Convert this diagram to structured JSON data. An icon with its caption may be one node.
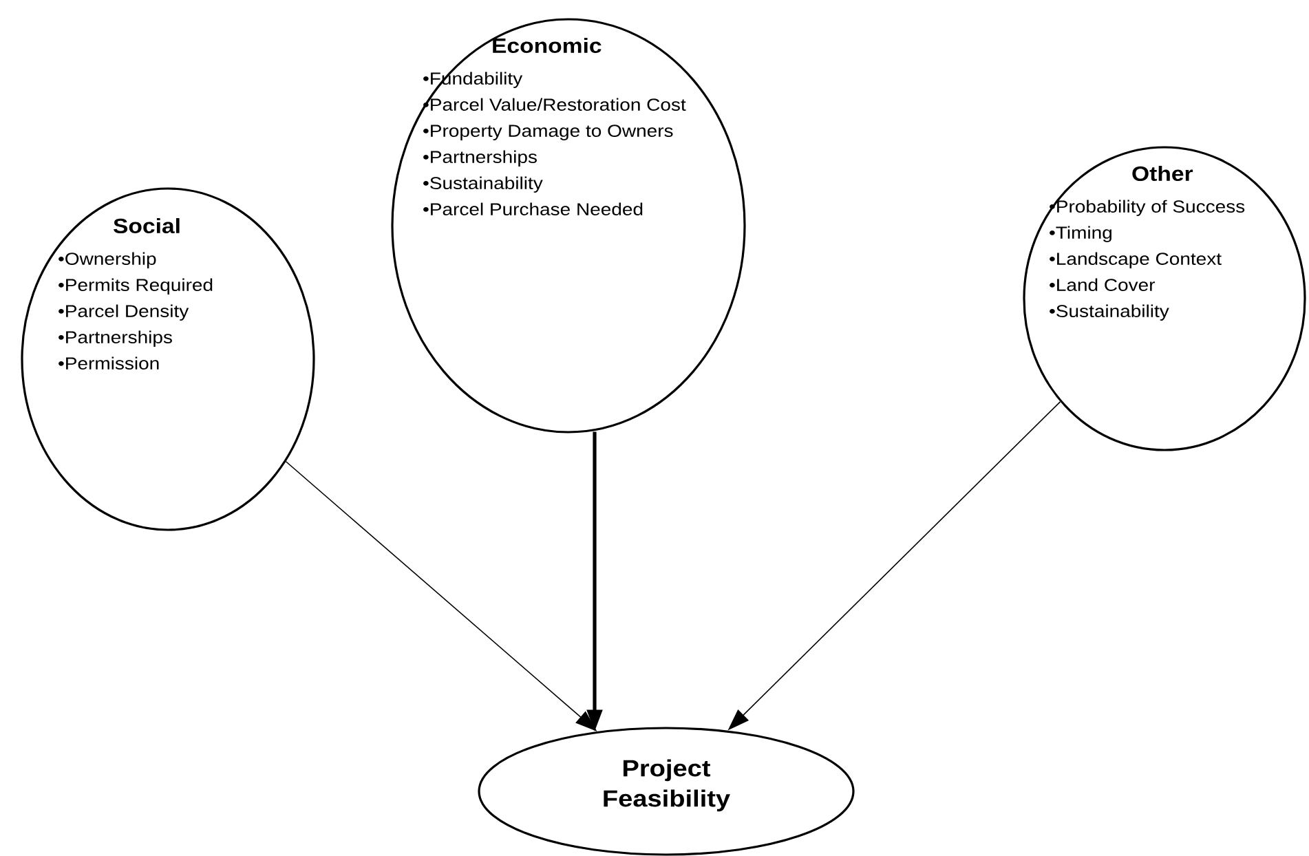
{
  "diagram": {
    "nodes": [
      {
        "text": [
          "Social",
          "•Ownership",
          "•Permits Required",
          "•Parcel Density",
          "•Partnerships",
          "•Permission"
        ]
      },
      {
        "text": [
          "Economic",
          "•Fundability",
          "•Parcel Value/Restoration Cost",
          "•Property Damage to Owners",
          "•Partnerships",
          "•Sustainability",
          "•Parcel Purchase Needed"
        ]
      },
      {
        "text": [
          "Other",
          "•Probability of Success",
          "•Timing",
          "•Landscape Context",
          "•Land Cover",
          "•Sustainability"
        ]
      },
      {
        "text": [
          "Project Feasibility"
        ]
      }
    ],
    "edges": [
      {
        "from": 0,
        "to": 3,
        "arrow": "to"
      },
      {
        "from": 1,
        "to": 3,
        "arrow": "to",
        "style": "thick"
      },
      {
        "from": 2,
        "to": 3,
        "arrow": "to"
      }
    ]
  }
}
